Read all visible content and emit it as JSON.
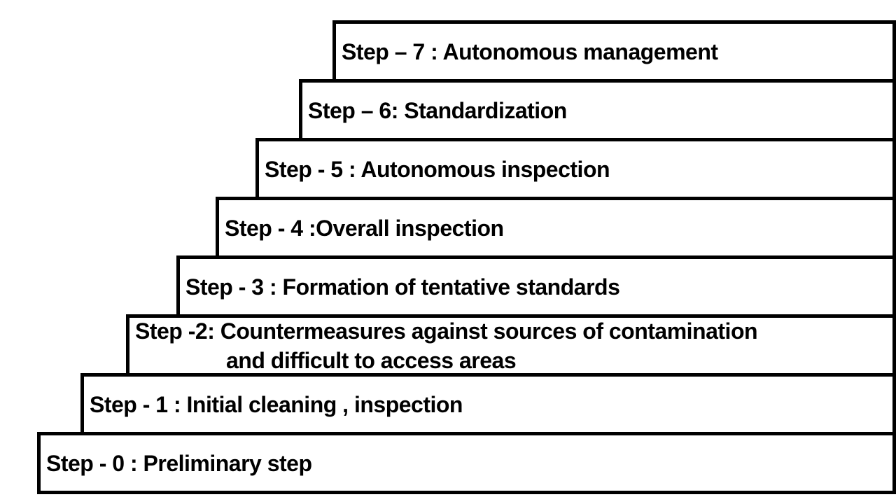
{
  "colors": {
    "background": "#ffffff",
    "box_fill": "#ffffff",
    "border": "#000000",
    "text": "#000000"
  },
  "diagram": {
    "type": "staircase-step-diagram",
    "steps": [
      {
        "id": "step-7",
        "lines": [
          "Step – 7 : Autonomous management"
        ]
      },
      {
        "id": "step-6",
        "lines": [
          "Step – 6: Standardization"
        ]
      },
      {
        "id": "step-5",
        "lines": [
          "Step - 5 : Autonomous inspection"
        ]
      },
      {
        "id": "step-4",
        "lines": [
          "Step - 4 :Overall inspection"
        ]
      },
      {
        "id": "step-3",
        "lines": [
          "Step - 3 : Formation of tentative standards"
        ]
      },
      {
        "id": "step-2",
        "lines": [
          "Step -2: Countermeasures against sources of contamination",
          "and difficult to access areas"
        ]
      },
      {
        "id": "step-1",
        "lines": [
          "Step - 1 : Initial cleaning , inspection"
        ]
      },
      {
        "id": "step-0",
        "lines": [
          "Step - 0 : Preliminary step"
        ]
      }
    ]
  }
}
